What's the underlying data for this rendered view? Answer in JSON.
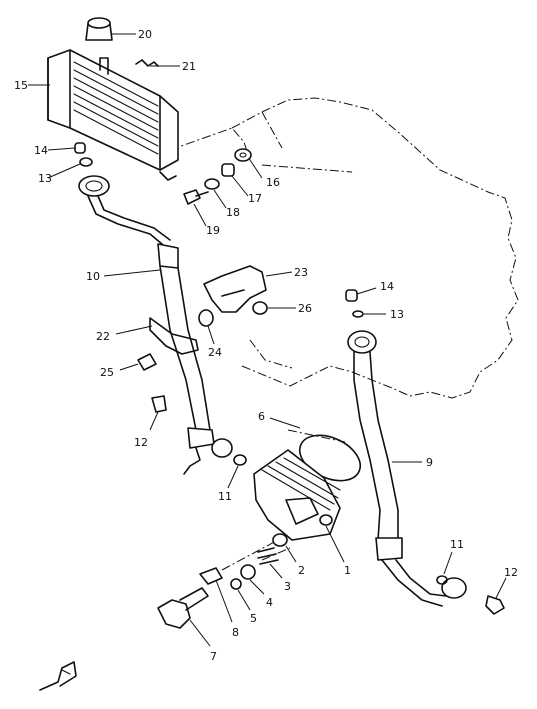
{
  "callouts": [
    {
      "id": "c20",
      "text": "20"
    },
    {
      "id": "c21",
      "text": "21"
    },
    {
      "id": "c15",
      "text": "15"
    },
    {
      "id": "c14a",
      "text": "14"
    },
    {
      "id": "c13a",
      "text": "13"
    },
    {
      "id": "c16",
      "text": "16"
    },
    {
      "id": "c17",
      "text": "17"
    },
    {
      "id": "c18",
      "text": "18"
    },
    {
      "id": "c19",
      "text": "19"
    },
    {
      "id": "c10",
      "text": "10"
    },
    {
      "id": "c23",
      "text": "23"
    },
    {
      "id": "c14b",
      "text": "14"
    },
    {
      "id": "c26",
      "text": "26"
    },
    {
      "id": "c13b",
      "text": "13"
    },
    {
      "id": "c22",
      "text": "22"
    },
    {
      "id": "c24",
      "text": "24"
    },
    {
      "id": "c25",
      "text": "25"
    },
    {
      "id": "c6",
      "text": "6"
    },
    {
      "id": "c9",
      "text": "9"
    },
    {
      "id": "c12a",
      "text": "12"
    },
    {
      "id": "c11a",
      "text": "11"
    },
    {
      "id": "c2",
      "text": "2"
    },
    {
      "id": "c1",
      "text": "1"
    },
    {
      "id": "c3",
      "text": "3"
    },
    {
      "id": "c4",
      "text": "4"
    },
    {
      "id": "c5",
      "text": "5"
    },
    {
      "id": "c8",
      "text": "8"
    },
    {
      "id": "c11b",
      "text": "11"
    },
    {
      "id": "c12b",
      "text": "12"
    },
    {
      "id": "c7",
      "text": "7"
    }
  ],
  "icons": {
    "front_arrow": "front-direction-arrow-icon"
  }
}
